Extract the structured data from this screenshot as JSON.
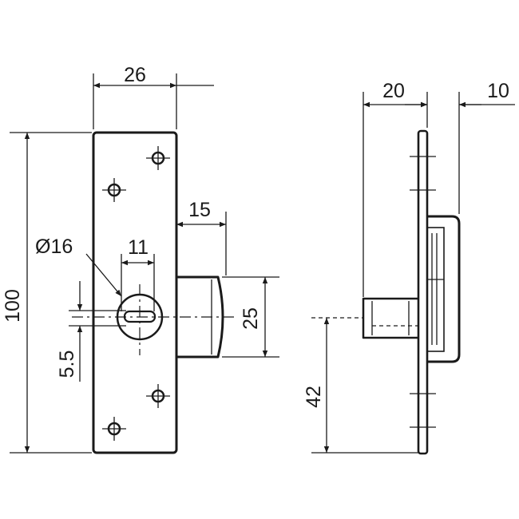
{
  "labels": {
    "width_front": "26",
    "height": "100",
    "diameter": "Ø16",
    "slot_width": "11",
    "bolt_projection": "15",
    "bolt_height": "25",
    "slot_offset": "5.5",
    "depth": "20",
    "plate_offset": "10",
    "center_height": "42"
  }
}
